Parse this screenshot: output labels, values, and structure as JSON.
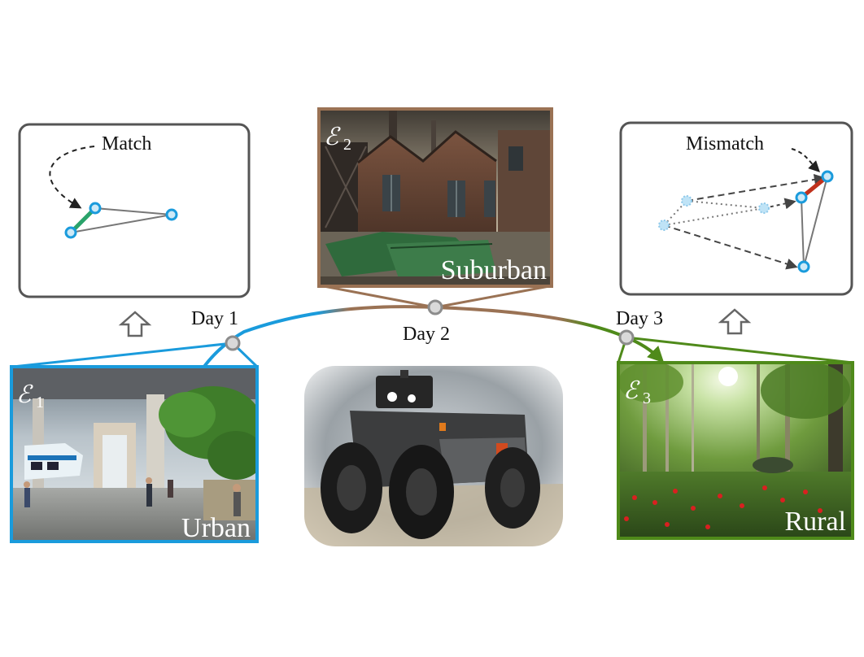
{
  "panels": {
    "match": {
      "label": "Match"
    },
    "mismatch": {
      "label": "Mismatch"
    }
  },
  "days": {
    "day1": "Day 1",
    "day2": "Day 2",
    "day3": "Day 3"
  },
  "environments": {
    "urban": {
      "symbol": "ℰ",
      "index": "1",
      "label": "Urban",
      "color": "#1a9bdc"
    },
    "suburban": {
      "symbol": "ℰ",
      "index": "2",
      "label": "Suburban",
      "color": "#9a7254"
    },
    "rural": {
      "symbol": "ℰ",
      "index": "3",
      "label": "Rural",
      "color": "#4f8a1a"
    }
  },
  "colors": {
    "match_edge": "#2aa36b",
    "mismatch_edge": "#c0311c",
    "node": "#1a9bdc",
    "panel_border": "#555555",
    "day_node": "#8c8c8c"
  }
}
